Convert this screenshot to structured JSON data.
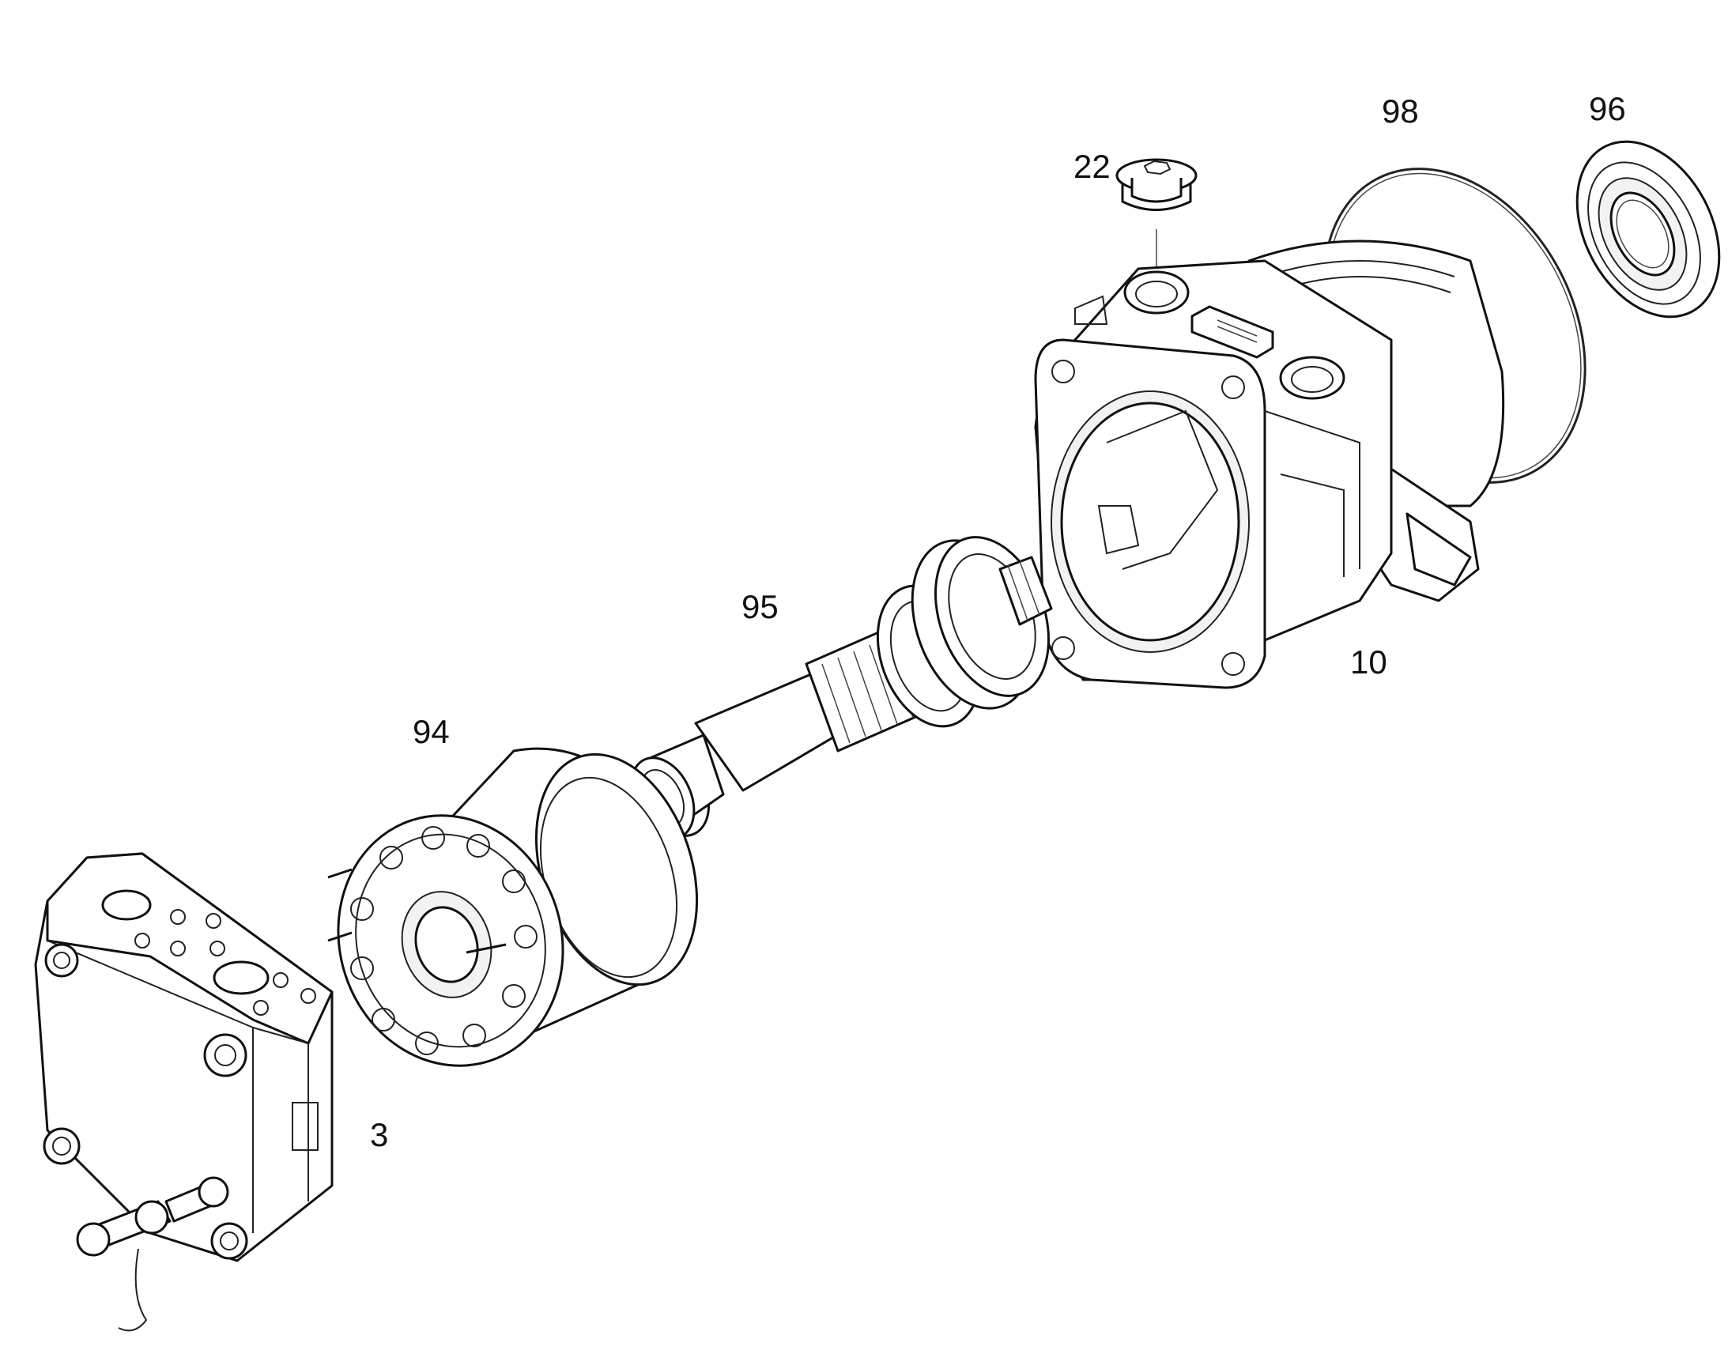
{
  "callouts": {
    "c22": "22",
    "c98": "98",
    "c96": "96",
    "c95": "95",
    "c10": "10",
    "c94": "94",
    "c3": "3"
  },
  "colors": {
    "line": "#111111",
    "background": "#ffffff"
  }
}
